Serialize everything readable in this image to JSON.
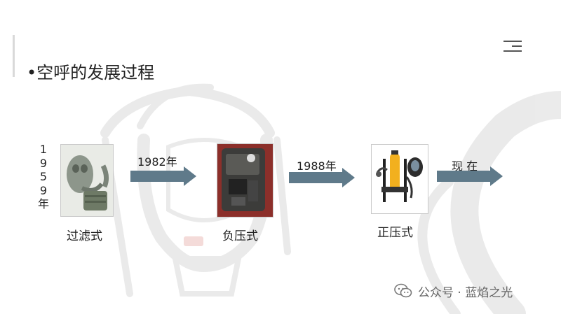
{
  "slide": {
    "title": "•空呼的发展过程",
    "first_year_vertical": [
      "1",
      "9",
      "5",
      "9",
      "年"
    ],
    "stages": [
      {
        "label": "过滤式",
        "image_icon": "filter-gas-mask-photo"
      },
      {
        "label": "负压式",
        "image_icon": "negative-pressure-respirator-photo"
      },
      {
        "label": "正压式",
        "image_icon": "positive-pressure-scba-photo"
      }
    ],
    "arrows": [
      {
        "label": "1982年"
      },
      {
        "label": "1988年"
      },
      {
        "label": "现 在"
      }
    ],
    "menu_icon": "hamburger-menu-icon",
    "watermark": {
      "text": "公众号 · 蓝焰之光",
      "icon": "wechat-icon"
    }
  },
  "colors": {
    "arrow": "#5f7a8a",
    "text": "#222222",
    "watermark_text": "#666666",
    "accent_bar": "#d9d9d9"
  }
}
